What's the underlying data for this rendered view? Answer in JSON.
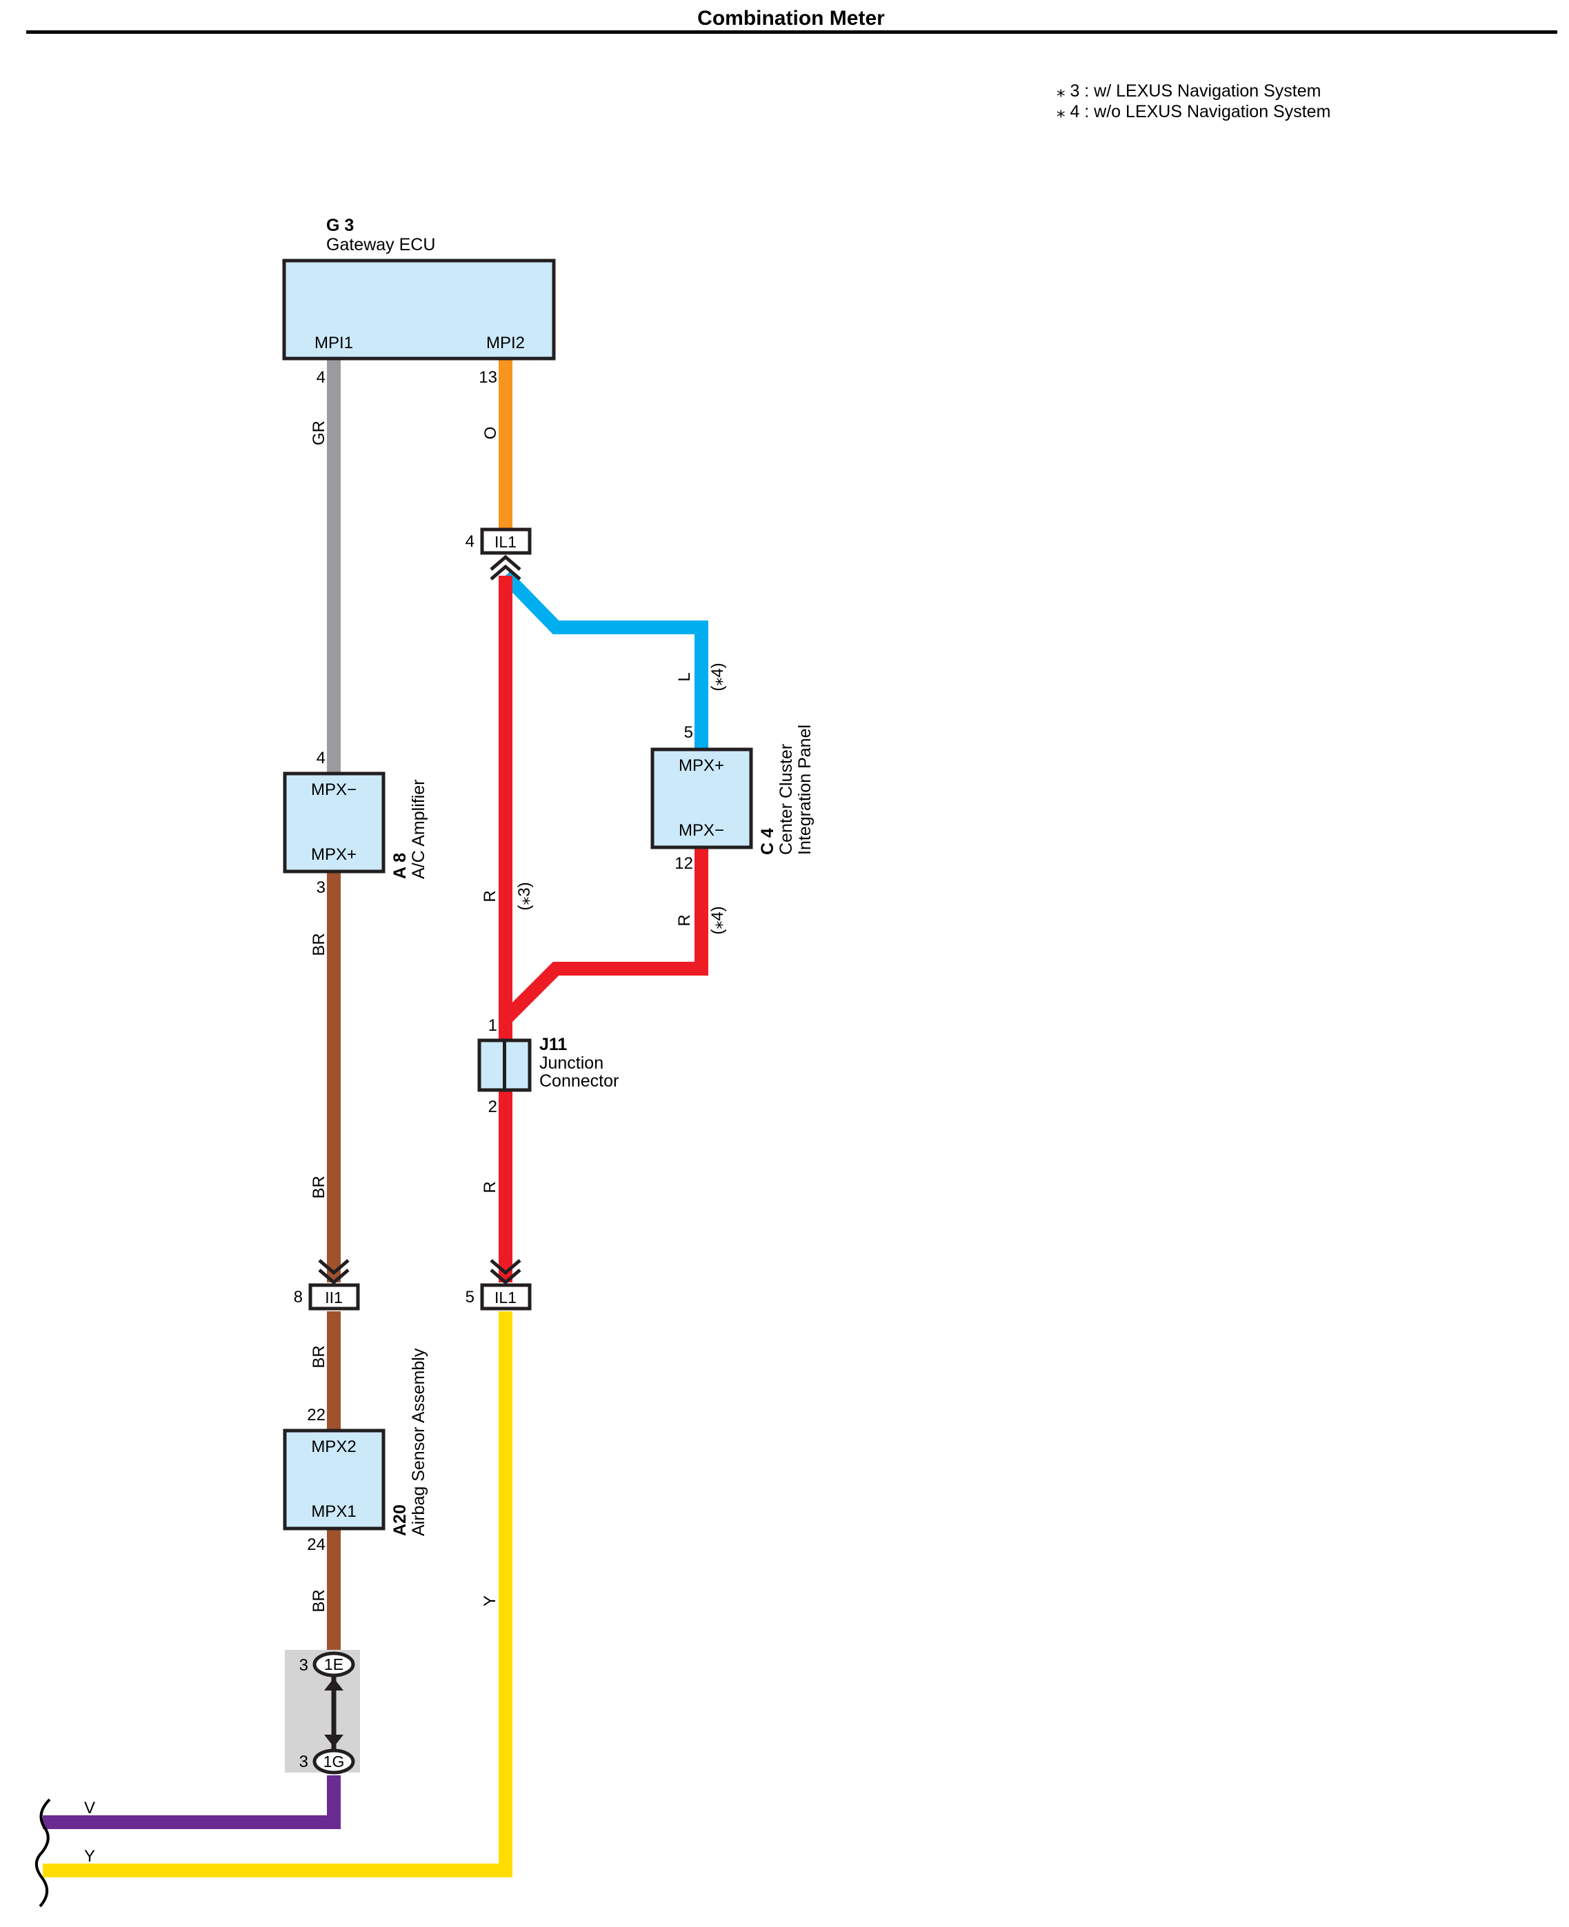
{
  "title": "Combination Meter",
  "notes": [
    "⁎ 3 : w/ LEXUS Navigation System",
    "⁎ 4 : w/o LEXUS Navigation System"
  ],
  "colors": {
    "component_fill": "#cce9f9",
    "GR": "#9b9b9f",
    "O": "#f7941d",
    "R": "#ed1c24",
    "L": "#00aeef",
    "BR": "#a0522d",
    "Y": "#ffdd00",
    "V": "#6a2c91",
    "connector_box": "#d4d4d4"
  },
  "components": {
    "g3": {
      "code": "G 3",
      "name": "Gateway ECU",
      "pin_left": "MPI1",
      "pin_right": "MPI2",
      "num_left": "4",
      "num_right": "13"
    },
    "a8": {
      "code": "A 8",
      "name": "A/C Amplifier",
      "pin_top": "MPX−",
      "pin_bottom": "MPX+",
      "num_top": "4",
      "num_bottom": "3"
    },
    "c4": {
      "code": "C 4",
      "name_1": "Center Cluster",
      "name_2": "Integration Panel",
      "pin_top": "MPX+",
      "pin_bottom": "MPX−",
      "num_top": "5",
      "num_bottom": "12"
    },
    "j11": {
      "code": "J11",
      "name_1": "Junction",
      "name_2": "Connector",
      "num_top": "1",
      "num_bottom": "2"
    },
    "a20": {
      "code": "A20",
      "name": "Airbag Sensor Assembly",
      "pin_top": "MPX2",
      "pin_bottom": "MPX1",
      "num_top": "22",
      "num_bottom": "24"
    }
  },
  "connectors": {
    "il1_top": {
      "label": "IL1",
      "pin": "4"
    },
    "il1_bottom": {
      "label": "IL1",
      "pin": "5"
    },
    "ii1": {
      "label": "II1",
      "pin": "8"
    },
    "c1e": {
      "label": "1E",
      "pin": "3"
    },
    "c1g": {
      "label": "1G",
      "pin": "3"
    }
  },
  "wires": {
    "gr": "GR",
    "o": "O",
    "l": "L",
    "l_note": "(⁎4)",
    "r_main": "R",
    "r_main_note": "(⁎3)",
    "r_c4": "R",
    "r_c4_note": "(⁎4)",
    "r_lower": "R",
    "br_1": "BR",
    "br_2": "BR",
    "br_3": "BR",
    "br_4": "BR",
    "y": "Y",
    "v_end": "V",
    "y_end": "Y"
  }
}
